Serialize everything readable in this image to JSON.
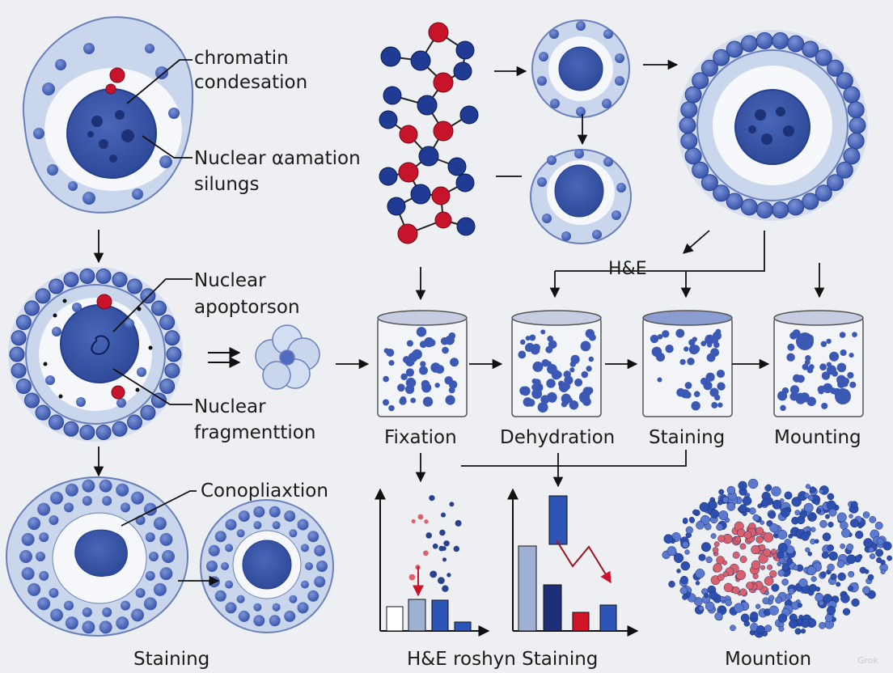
{
  "labels": {
    "chromatin_condensation": [
      "chromatin",
      "condesation"
    ],
    "nuclear_camation": [
      "Nuclear αamation",
      "silungs"
    ],
    "nuclear_apoptorson": [
      "Nuclear",
      "apoptorson"
    ],
    "nuclear_fragmentation": [
      "Nuclear",
      "fragmenttion"
    ],
    "conopliaxtion": "Conopliaxtion",
    "he": "H&E",
    "fixation": "Fixation",
    "dehydration": "Dehydration",
    "staining_step": "Staining",
    "mounting": "Mounting",
    "staining_bottom": "Staining",
    "he_roshyn_staining": "H&E roshyn Staining",
    "mountion": "Mountion"
  },
  "watermark": "Grok",
  "colors": {
    "background": "#edeff2",
    "cell_cytoplasm": "#c9d6ec",
    "cell_edge": "#5f78b6",
    "nucleus": "#3a56a8",
    "granule": "#4f6cc0",
    "red_atom": "#c8142a",
    "blue_atom": "#1f3b94",
    "jar_fill": "#f2f4f8",
    "bar_light": "#9fb1d3",
    "bar_dark": "#1e2f78",
    "bar_blue": "#2d55b8",
    "bar_red": "#d0142a",
    "cluster_red": "#d9616d"
  }
}
